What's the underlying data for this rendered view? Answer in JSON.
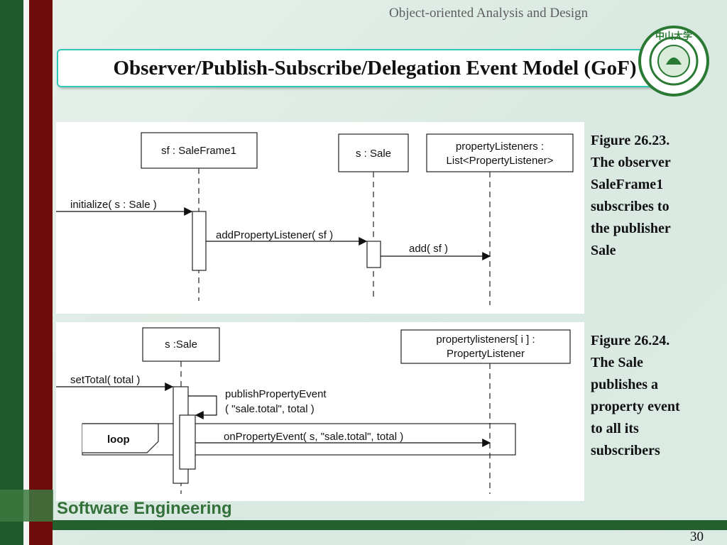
{
  "slide": {
    "subject": "Object-oriented Analysis and Design",
    "title": "Observer/Publish-Subscribe/Delegation Event Model (GoF)",
    "footer": "Software Engineering",
    "page_number": "30",
    "colors": {
      "green": "#1f5a2a",
      "red": "#6e0c0c",
      "title_border": "#33c7b9"
    },
    "logo": {
      "icon": "university-seal-icon",
      "text": "中山大学"
    }
  },
  "figure1": {
    "lifeline_saleframe": "sf : SaleFrame1",
    "lifeline_sale": "s : Sale",
    "lifeline_listeners_line1": "propertyListeners :",
    "lifeline_listeners_line2": "List<PropertyListener>",
    "message_initialize": "initialize( s : Sale )",
    "message_add_listener": "addPropertyListener( sf )",
    "message_add": "add( sf )",
    "caption_lines": [
      "Figure 26.23.",
      "The observer",
      "SaleFrame1",
      "subscribes to",
      "the publisher",
      "Sale"
    ]
  },
  "figure2": {
    "lifeline_sale": "s :Sale",
    "lifeline_listener_line1": "propertylisteners[ i ] :",
    "lifeline_listener_line2": "PropertyListener",
    "message_set_total": "setTotal( total )",
    "message_publish_line1": "publishPropertyEvent",
    "message_publish_line2": "( \"sale.total\", total )",
    "loop_label": "loop",
    "message_on_event": "onPropertyEvent( s, \"sale.total\", total )",
    "caption_lines": [
      "Figure 26.24.",
      "The Sale",
      "publishes a",
      "property event",
      "to all its",
      "subscribers"
    ]
  }
}
